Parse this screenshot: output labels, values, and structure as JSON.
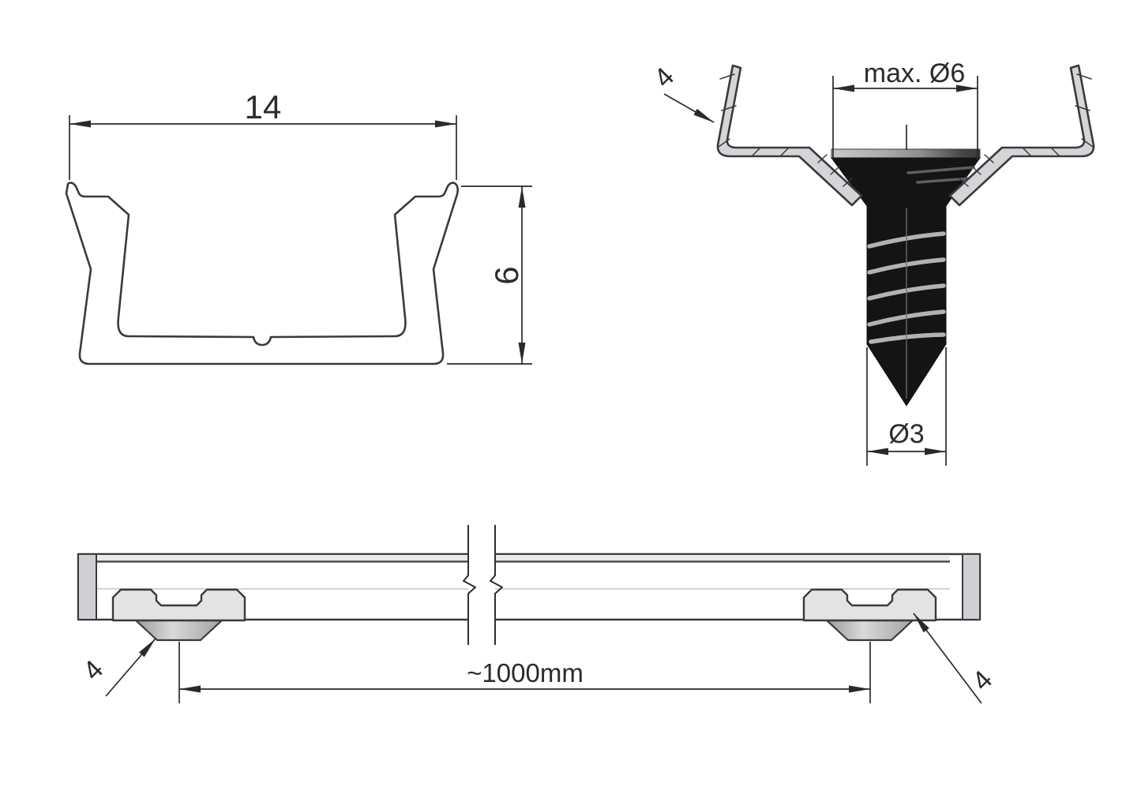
{
  "colors": {
    "background": "#ffffff",
    "line": "#3a3a3c",
    "dim_line": "#2a2a2c",
    "text": "#2b2b2d",
    "screw_black": "#141414",
    "sheet_gray": "#d4d5d8",
    "rail_light": "#eff0f1",
    "rail_dark": "#d0d1d4"
  },
  "views": {
    "clip_cross_section": {
      "width_dim": "14",
      "height_dim": "6"
    },
    "screw_fixing_detail": {
      "head_dim": "max. Ø6",
      "thread_dim": "Ø3",
      "clip_ref": "4"
    },
    "profile_side_view": {
      "length_dim": "~1000mm",
      "left_clip_ref": "4",
      "right_clip_ref": "4"
    }
  }
}
